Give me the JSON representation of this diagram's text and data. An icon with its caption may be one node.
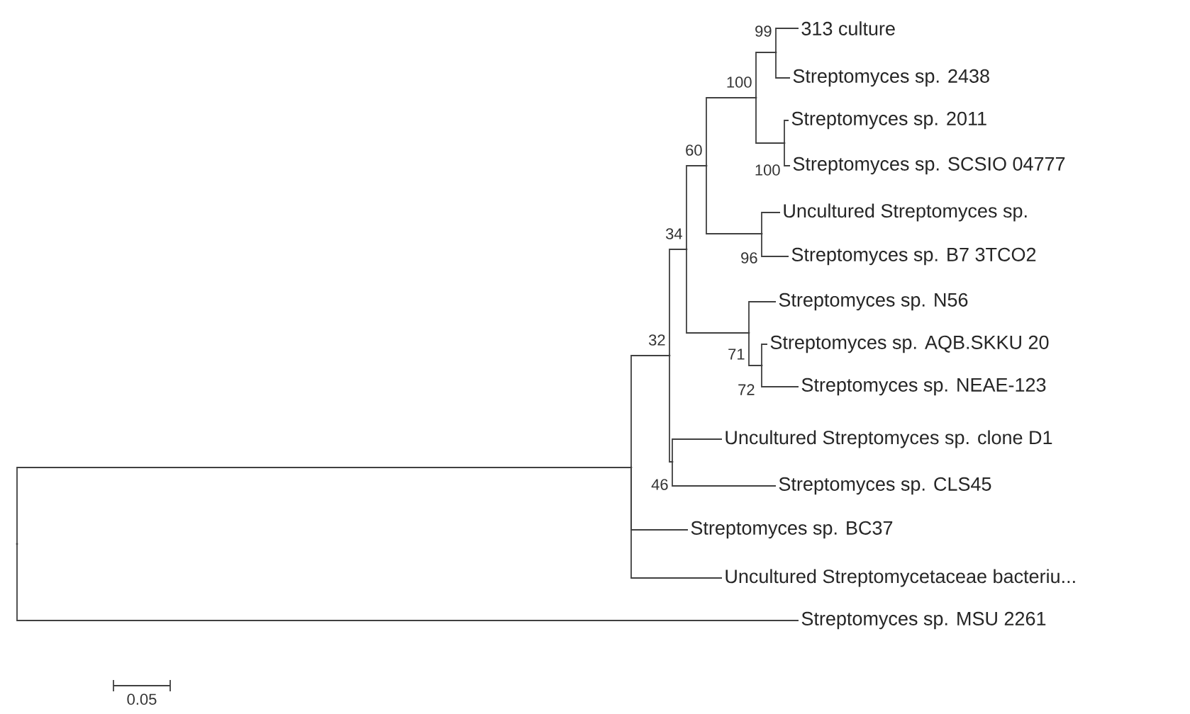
{
  "diagram": {
    "nodes": [
      {
        "text": [
          "313 culture"
        ]
      },
      {
        "text": [
          "Streptomyces sp. 2438"
        ]
      },
      {
        "text": [
          "Streptomyces sp. 2011"
        ]
      },
      {
        "text": [
          "Streptomyces sp. SCSIO 04777"
        ]
      },
      {
        "text": [
          "Uncultured Streptomyces sp."
        ]
      },
      {
        "text": [
          "Streptomyces sp. B7 3TCO2"
        ]
      },
      {
        "text": [
          "Streptomyces sp. N56"
        ]
      },
      {
        "text": [
          "Streptomyces sp. AQB.SKKU 20"
        ]
      },
      {
        "text": [
          "Streptomyces sp. NEAE-123"
        ]
      },
      {
        "text": [
          "Uncultured Streptomyces sp. clone D1"
        ]
      },
      {
        "text": [
          "Streptomyces sp. CLS45"
        ]
      },
      {
        "text": [
          "Streptomyces sp. BC37"
        ]
      },
      {
        "text": [
          "Uncultured Streptomycetaceae bacteriu..."
        ]
      },
      {
        "text": [
          "Streptomyces sp. MSU 2261"
        ]
      },
      {
        "text": [],
        "shape": "point",
        "beside": [
          "99"
        ]
      },
      {
        "text": [],
        "shape": "point",
        "beside": [
          "100"
        ]
      },
      {
        "text": [],
        "shape": "point",
        "beside": [
          "100"
        ]
      },
      {
        "text": [],
        "shape": "point",
        "beside": [
          "96"
        ]
      },
      {
        "text": [],
        "shape": "point",
        "beside": [
          "60"
        ]
      },
      {
        "text": [],
        "shape": "point",
        "beside": [
          "72"
        ]
      },
      {
        "text": [],
        "shape": "point",
        "beside": [
          "71"
        ]
      },
      {
        "text": [],
        "shape": "point",
        "beside": [
          "34"
        ]
      },
      {
        "text": [],
        "shape": "point",
        "beside": [
          "46"
        ]
      },
      {
        "text": [],
        "shape": "point",
        "beside": [
          "32"
        ]
      },
      {
        "text": [],
        "shape": "point"
      },
      {
        "text": [],
        "shape": "point"
      }
    ],
    "edges": [
      {
        "from": 14,
        "to": 0,
        "arrow": "none"
      },
      {
        "from": 14,
        "to": 1,
        "arrow": "none"
      },
      {
        "from": 15,
        "to": 2,
        "arrow": "none"
      },
      {
        "from": 15,
        "to": 3,
        "arrow": "none"
      },
      {
        "from": 16,
        "to": 14,
        "arrow": "none"
      },
      {
        "from": 16,
        "to": 15,
        "arrow": "none"
      },
      {
        "from": 17,
        "to": 4,
        "arrow": "none"
      },
      {
        "from": 17,
        "to": 5,
        "arrow": "none"
      },
      {
        "from": 18,
        "to": 16,
        "arrow": "none"
      },
      {
        "from": 18,
        "to": 17,
        "arrow": "none"
      },
      {
        "from": 19,
        "to": 7,
        "arrow": "none"
      },
      {
        "from": 19,
        "to": 8,
        "arrow": "none"
      },
      {
        "from": 20,
        "to": 6,
        "arrow": "none"
      },
      {
        "from": 20,
        "to": 19,
        "arrow": "none"
      },
      {
        "from": 21,
        "to": 18,
        "arrow": "none"
      },
      {
        "from": 21,
        "to": 20,
        "arrow": "none"
      },
      {
        "from": 22,
        "to": 9,
        "arrow": "none"
      },
      {
        "from": 22,
        "to": 10,
        "arrow": "none"
      },
      {
        "from": 23,
        "to": 21,
        "arrow": "none"
      },
      {
        "from": 23,
        "to": 22,
        "arrow": "none"
      },
      {
        "from": 24,
        "to": 23,
        "arrow": "none"
      },
      {
        "from": 24,
        "to": 11,
        "arrow": "none"
      },
      {
        "from": 24,
        "to": 12,
        "arrow": "none"
      },
      {
        "from": 25,
        "to": 24,
        "arrow": "none"
      },
      {
        "from": 25,
        "to": 13,
        "arrow": "none"
      }
    ],
    "labels": [
      "0.05"
    ]
  }
}
